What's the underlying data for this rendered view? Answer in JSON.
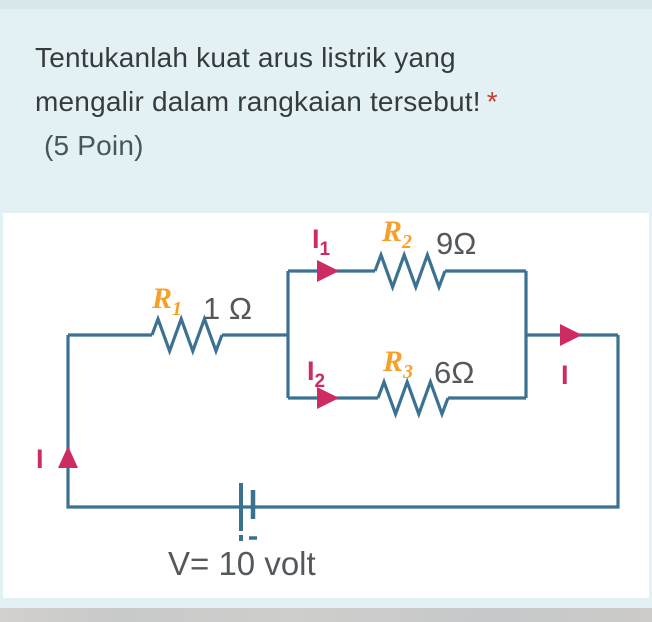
{
  "page": {
    "bg_color": "#E4F1F4",
    "top_strip_color": "#D8E7EB",
    "card_color": "#FFFFFF",
    "bottom_strip_color": "#C9CACA"
  },
  "question": {
    "text_line1": "Tentukanlah kuat arus listrik yang",
    "text_line2": "mengalir dalam rangkaian tersebut!",
    "required_marker": "*",
    "points": "(5 Poin)"
  },
  "circuit": {
    "colors": {
      "wire": "#3B7191",
      "current": "#CE2B63",
      "resistor_label": "#F5A028",
      "value_text": "#55585B"
    },
    "r1": {
      "label": "R",
      "sub": "1",
      "value": "1 Ω"
    },
    "r2": {
      "label": "R",
      "sub": "2",
      "value": "9Ω"
    },
    "r3": {
      "label": "R",
      "sub": "3",
      "value": "6Ω"
    },
    "i1": {
      "label": "I",
      "sub": "1"
    },
    "i2": {
      "label": "I",
      "sub": "2"
    },
    "i_out": {
      "label": "I"
    },
    "i_return": {
      "label": "I"
    },
    "source": {
      "label": "V= 10 volt"
    }
  }
}
